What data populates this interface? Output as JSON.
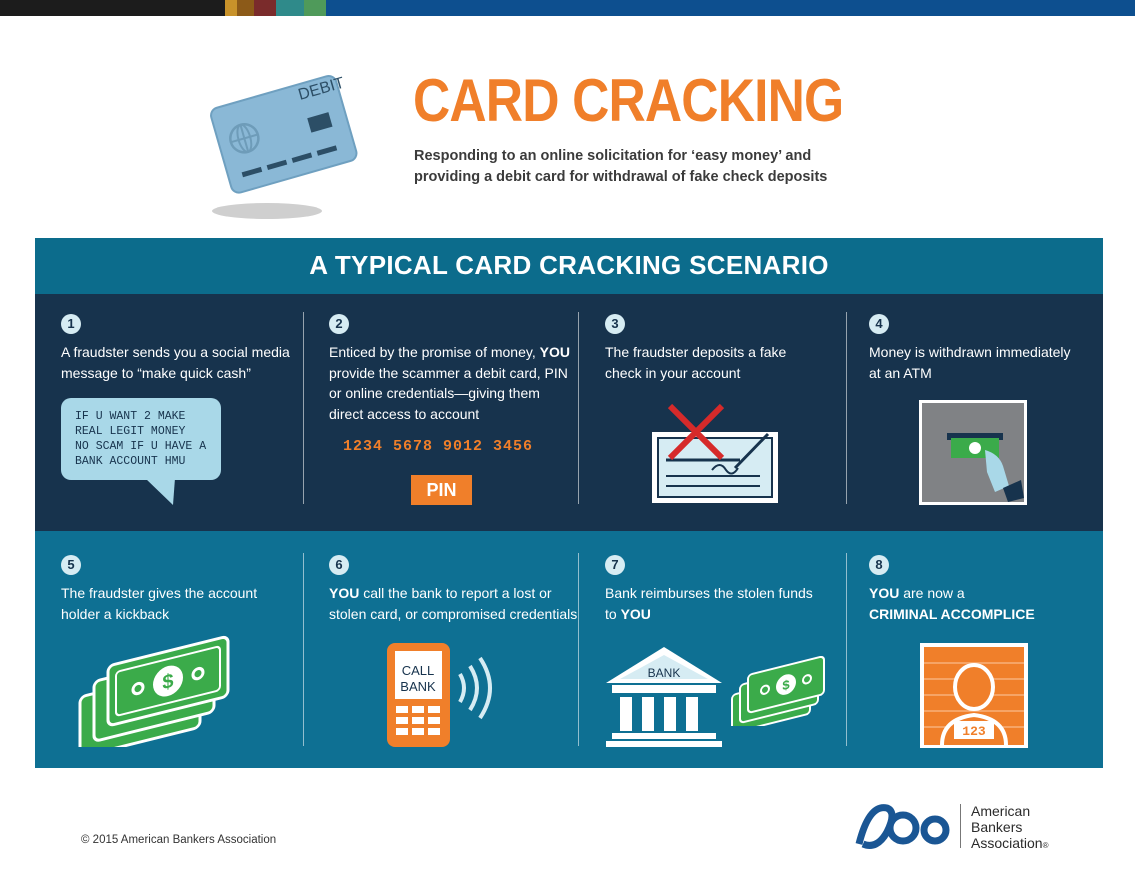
{
  "colors": {
    "accent_orange": "#f07f2a",
    "navy_row": "#17334d",
    "teal_row": "#0e7093",
    "banner": "#0c6c8c",
    "strip": [
      "#1c1c1c",
      "#c8922a",
      "#8c5a18",
      "#7a2b2b",
      "#2f8a8a",
      "#4f9a5a",
      "#0d4f8f"
    ]
  },
  "header": {
    "title": "CARD CRACKING",
    "subtitle_line1": "Responding to an online solicitation for ‘easy money’ and",
    "subtitle_line2": "providing a debit card for withdrawal of fake check deposits",
    "card_label": "DEBIT"
  },
  "scenario": {
    "title": "A TYPICAL CARD CRACKING SCENARIO",
    "steps": [
      {
        "number": "1",
        "text": [
          "A fraudster sends you a social media",
          "message  to “make quick cash”"
        ]
      },
      {
        "number": "2",
        "text_prefix": "Enticed by the promise of money, ",
        "text_bold": "YOU",
        "text_rest": [
          "provide the scammer a debit card, PIN",
          "or online credentials—giving them",
          "direct access to account"
        ]
      },
      {
        "number": "3",
        "text": [
          "The fraudster deposits a fake",
          "check in your account"
        ]
      },
      {
        "number": "4",
        "text": [
          "Money is withdrawn immediately",
          "at an ATM"
        ]
      },
      {
        "number": "5",
        "text": [
          "The fraudster gives the account",
          "holder a kickback"
        ]
      },
      {
        "number": "6",
        "text_bold": "YOU",
        "text_rest1": " call the bank to report a lost or",
        "text_rest2": "stolen card, or compromised credentials"
      },
      {
        "number": "7",
        "text1": "Bank reimburses the stolen funds",
        "text2_prefix": "to ",
        "text2_bold": "YOU"
      },
      {
        "number": "8",
        "text_bold": "YOU",
        "text_rest": " are now a",
        "text_line2": "CRIMINAL ACCOMPLICE"
      }
    ],
    "bubble_text": "IF U WANT 2 MAKE\nREAL LEGIT MONEY\nNO SCAM IF U HAVE A\nBANK ACCOUNT HMU",
    "card_number": "1234  5678  9012  3456",
    "pin_label": "PIN",
    "phone_label_1": "CALL",
    "phone_label_2": "BANK",
    "bank_label": "BANK",
    "mugshot_number": "123"
  },
  "footer": {
    "copyright": "© 2015 American Bankers Association",
    "org_line1": "American",
    "org_line2": "Bankers",
    "org_line3": "Association",
    "org_mark": "®"
  }
}
